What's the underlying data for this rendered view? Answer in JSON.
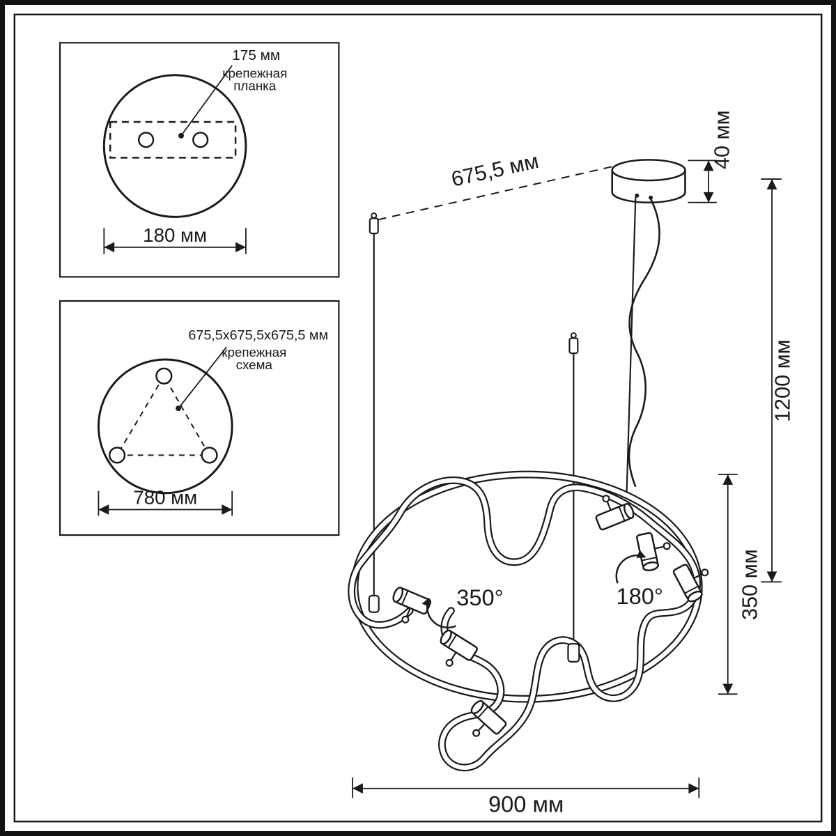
{
  "colors": {
    "ink": "#1a1a1a",
    "paper": "#ffffff"
  },
  "detail_top": {
    "leader_value": "175 мм",
    "caption_line1": "крепежная",
    "caption_line2": "планка",
    "width_dim": "180 мм"
  },
  "detail_bottom": {
    "leader_value": "675,5x675,5x675,5 мм",
    "caption_line1": "крепежная",
    "caption_line2": "схема",
    "width_dim": "780 мм"
  },
  "fixture": {
    "cable_spacing_dim": "675,5 мм",
    "canopy_height_dim": "40 мм",
    "suspension_height_dim": "1200 мм",
    "body_height_dim": "350 мм",
    "body_width_dim": "900 мм",
    "spot_rotation_a": "350°",
    "spot_rotation_b": "180°"
  }
}
